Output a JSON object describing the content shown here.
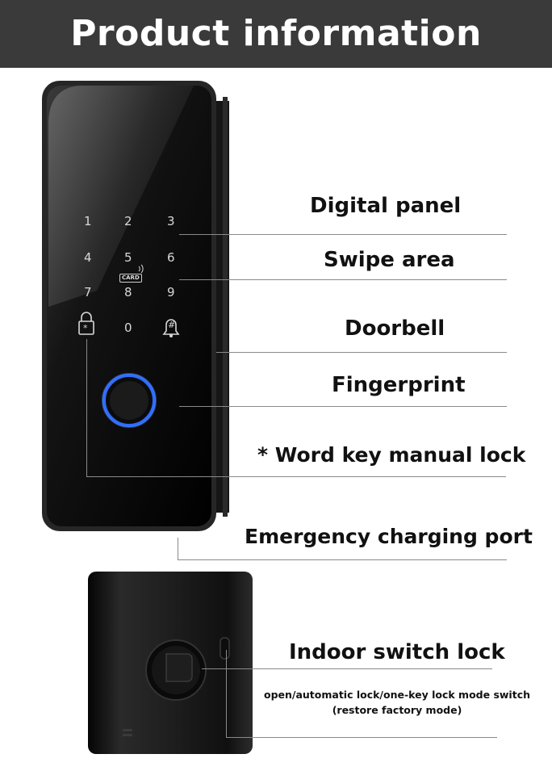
{
  "header": {
    "title": "Product information"
  },
  "keypad": {
    "keys": [
      "1",
      "2",
      "3",
      "4",
      "5",
      "6",
      "7",
      "8",
      "9",
      "0"
    ],
    "card_badge": "CARD",
    "lock_key_symbol": "*",
    "bell_key_symbol": "#"
  },
  "labels": {
    "digital_panel": "Digital panel",
    "swipe_area": "Swipe area",
    "doorbell": "Doorbell",
    "fingerprint": "Fingerprint",
    "manual_lock": "* Word key manual lock",
    "charging_port": "Emergency charging port",
    "indoor_switch": "Indoor switch lock",
    "indoor_note_line1": "open/automatic lock/one-key lock mode switch",
    "indoor_note_line2": "(restore factory mode)"
  },
  "colors": {
    "header_bg": "#3a3a3a",
    "panel_body": "#0a0a0a",
    "fingerprint_ring": "#2f6cff",
    "leader_line": "#8a8a8a"
  }
}
